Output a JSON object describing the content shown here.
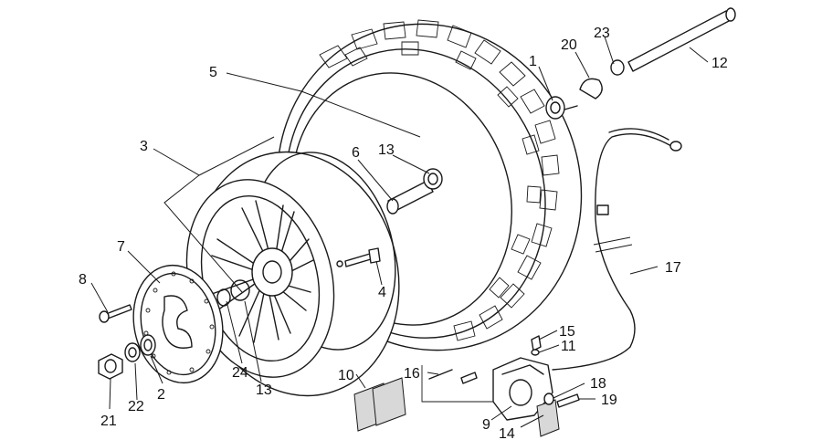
{
  "callouts": [
    {
      "id": "c1",
      "text": "1"
    },
    {
      "id": "c2",
      "text": "2"
    },
    {
      "id": "c3",
      "text": "3"
    },
    {
      "id": "c4",
      "text": "4"
    },
    {
      "id": "c5",
      "text": "5"
    },
    {
      "id": "c6",
      "text": "6"
    },
    {
      "id": "c7",
      "text": "7"
    },
    {
      "id": "c8",
      "text": "8"
    },
    {
      "id": "c9",
      "text": "9"
    },
    {
      "id": "c10",
      "text": "10"
    },
    {
      "id": "c11",
      "text": "11"
    },
    {
      "id": "c12",
      "text": "12"
    },
    {
      "id": "c13a",
      "text": "13"
    },
    {
      "id": "c13b",
      "text": "13"
    },
    {
      "id": "c14",
      "text": "14"
    },
    {
      "id": "c15",
      "text": "15"
    },
    {
      "id": "c16",
      "text": "16"
    },
    {
      "id": "c17",
      "text": "17"
    },
    {
      "id": "c18",
      "text": "18"
    },
    {
      "id": "c19",
      "text": "19"
    },
    {
      "id": "c20",
      "text": "20"
    },
    {
      "id": "c21",
      "text": "21"
    },
    {
      "id": "c22",
      "text": "22"
    },
    {
      "id": "c23",
      "text": "23"
    },
    {
      "id": "c24",
      "text": "24"
    }
  ]
}
